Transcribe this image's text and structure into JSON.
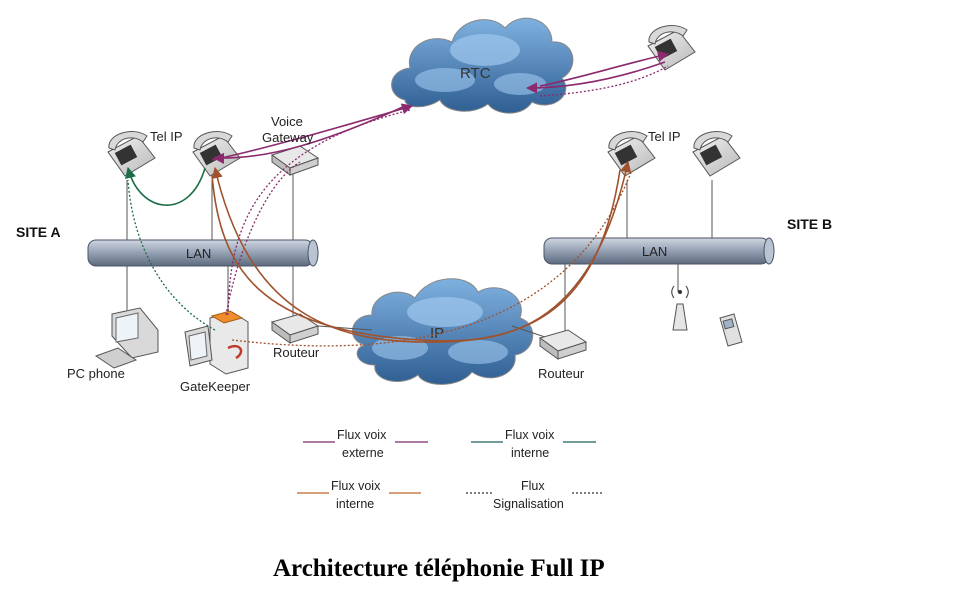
{
  "title": "Architecture téléphonie Full IP",
  "sites": {
    "a": "SITE A",
    "b": "SITE B"
  },
  "clouds": {
    "rtc": "RTC",
    "ip": "IP"
  },
  "lan_label": "LAN",
  "devices": {
    "tel_ip_a": "Tel IP",
    "tel_ip_b": "Tel IP",
    "voice_gateway_line1": "Voice",
    "voice_gateway_line2": "Gateway",
    "routeur_a": "Routeur",
    "routeur_b": "Routeur",
    "pc_phone": "PC phone",
    "gatekeeper": "GateKeeper"
  },
  "legend": [
    {
      "line1": "Flux voix",
      "line2": "externe",
      "color": "#7b2a6b",
      "style": "solid"
    },
    {
      "line1": "Flux voix",
      "line2": "interne",
      "color": "#1f5f5f",
      "style": "solid"
    },
    {
      "line1": "Flux voix",
      "line2": "interne",
      "color": "#c0632a",
      "style": "solid"
    },
    {
      "line1": "Flux",
      "line2": "Signalisation",
      "color": "#333333",
      "style": "dotted"
    }
  ],
  "colors": {
    "voice_external": "#8b2a6e",
    "voice_internal_green": "#1b6e45",
    "voice_internal_orange": "#a0522d",
    "cloud": "#5e8fc2",
    "lan": "#8a98ab"
  }
}
